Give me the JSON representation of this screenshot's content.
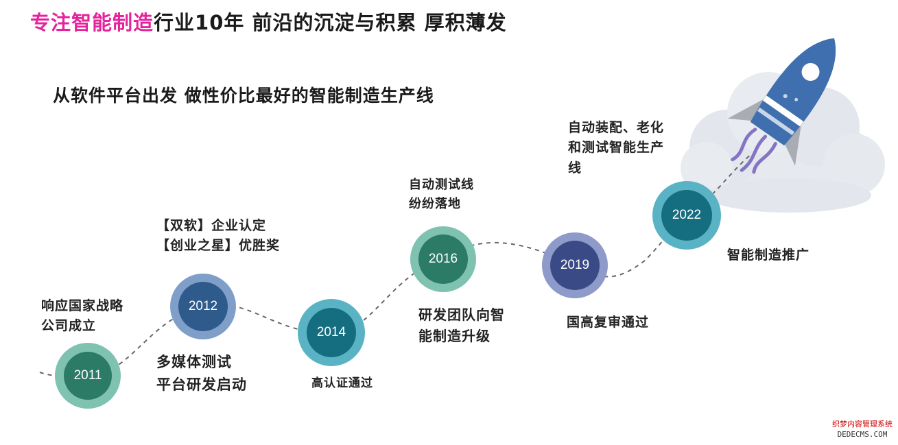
{
  "title": {
    "highlight": "专注智能制造",
    "rest": "行业10年 前沿的沉淀与积累 厚积薄发"
  },
  "subtitle": "从软件平台出发 做性价比最好的智能制造生产线",
  "milestones": [
    {
      "year": "2011",
      "text": "响应国家战略\n公司成立",
      "ring": "#7fc2b0",
      "fill": "#2b7b66"
    },
    {
      "year": "2012",
      "text_above": "【双软】企业认定\n【创业之星】优胜奖",
      "text_below": "多媒体测试\n平台研发启动",
      "ring": "#7f9fc9",
      "fill": "#2e5a8c"
    },
    {
      "year": "2014",
      "text": "高认证通过",
      "ring": "#5ab3c4",
      "fill": "#156d80"
    },
    {
      "year": "2016",
      "text_above": "自动测试线\n纷纷落地",
      "text_below": "研发团队向智\n能制造升级",
      "ring": "#7fc2b0",
      "fill": "#2b7b66"
    },
    {
      "year": "2019",
      "text": "国高复审通过",
      "ring": "#8e9ac9",
      "fill": "#3a4a86"
    },
    {
      "year": "2022",
      "text_above": "自动装配、老化\n和测试智能生产\n线",
      "text_below": "智能制造推广",
      "ring": "#5ab3c4",
      "fill": "#156d80"
    }
  ],
  "colors": {
    "accent": "#e5239b",
    "path": "#666666",
    "cloud": "#e3e6ec",
    "rocket": "#3f6fae"
  },
  "watermark": {
    "line1": "织梦内容管理系统",
    "line2": "DEDECMS.COM"
  }
}
